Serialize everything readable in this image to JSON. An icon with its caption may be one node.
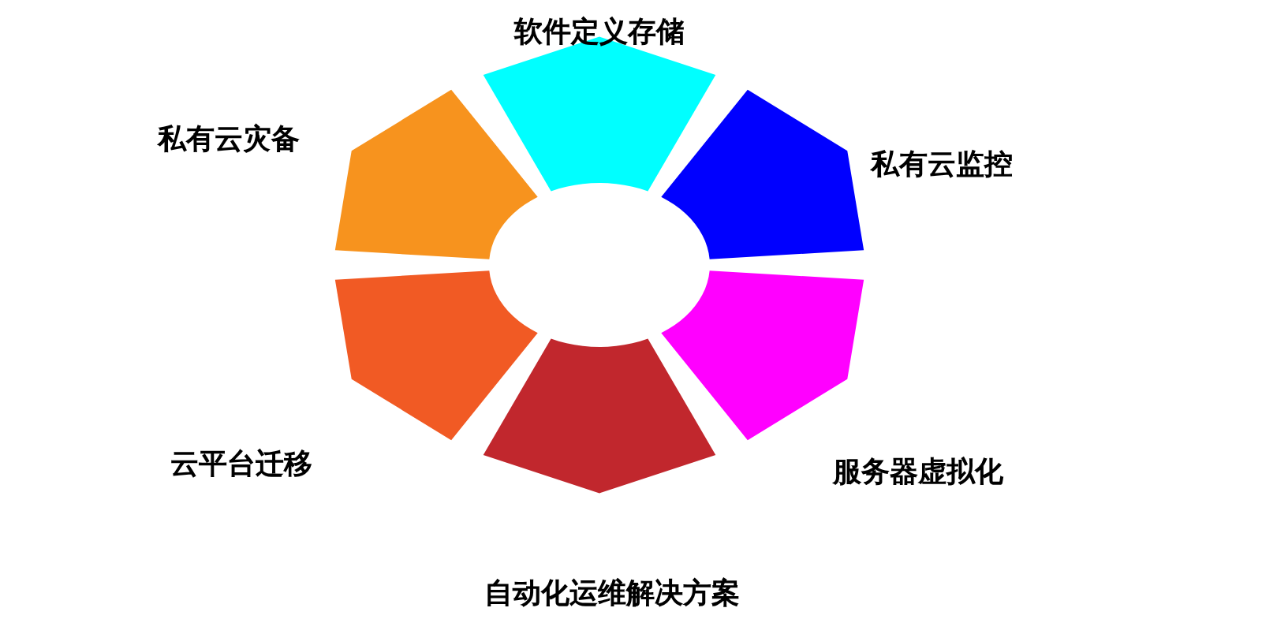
{
  "diagram": {
    "nodes": [
      {
        "text": [
          "软件定义存储"
        ]
      },
      {
        "text": [
          "私有云监控"
        ]
      },
      {
        "text": [
          "服务器虚拟化"
        ]
      },
      {
        "text": [
          "自动化运维解决方案"
        ]
      },
      {
        "text": [
          "云平台迁移"
        ]
      },
      {
        "text": [
          "私有云灾备"
        ]
      }
    ],
    "edges": []
  }
}
